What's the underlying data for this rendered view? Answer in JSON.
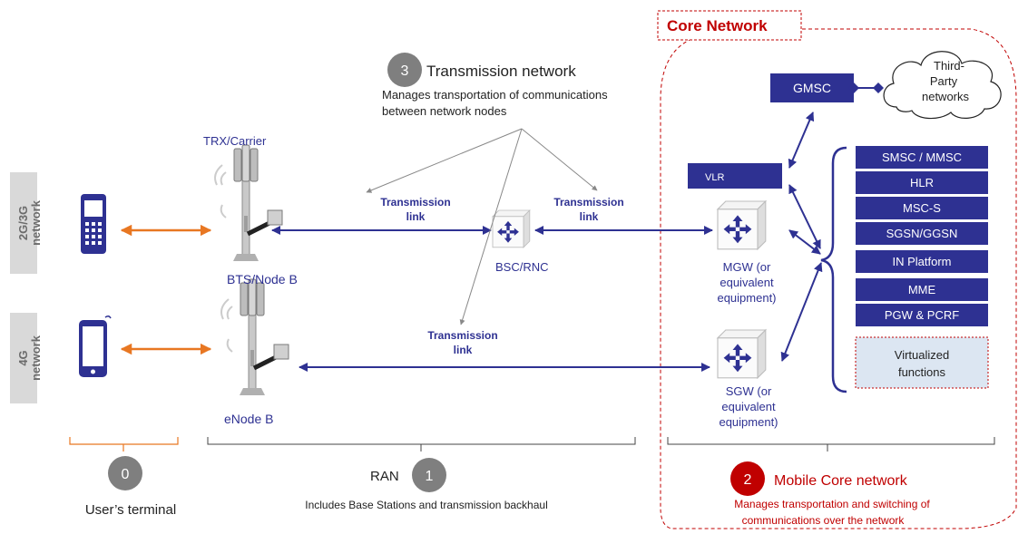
{
  "colors": {
    "navy": "#2e3192",
    "orange": "#e87722",
    "red": "#c00000",
    "grey_band": "#d9d9d9",
    "band_text": "#6b6b6b",
    "bubble": "#7f7f7f",
    "virtual_fill": "#dce6f2"
  },
  "core_network_label": "Core Network",
  "terminal_bands": {
    "band_2g3g": [
      "2G/3G",
      "network"
    ],
    "band_4g": [
      "4G",
      "network"
    ]
  },
  "sections": {
    "terminal": {
      "number": "0",
      "label": "User’s terminal"
    },
    "ran": {
      "title": "RAN",
      "number": "1",
      "description": "Includes Base Stations and transmission backhaul"
    },
    "transmission": {
      "number": "3",
      "title": "Transmission network",
      "description": [
        "Manages transportation of communications",
        "between network nodes"
      ]
    },
    "core": {
      "number": "2",
      "title": "Mobile Core network",
      "description": [
        "Manages transportation and switching of",
        "communications over the network"
      ]
    }
  },
  "ran_nodes": {
    "trx_label": "TRX/Carrier",
    "bts_label": "BTS/Node B",
    "enode_label": "eNode B",
    "bsc_label": "BSC/RNC"
  },
  "transmission_links": {
    "link1": [
      "Transmission",
      "link"
    ],
    "link2": [
      "Transmission",
      "link"
    ],
    "link3": [
      "Transmission",
      "link"
    ]
  },
  "core_nodes": {
    "gmsc": "GMSC",
    "vlr": "VLR",
    "third_party": [
      "Third-",
      "Party",
      "networks"
    ],
    "mgw": [
      "MGW (or",
      "equivalent",
      "equipment)"
    ],
    "sgw": [
      "SGW (or",
      "equivalent",
      "equipment)"
    ]
  },
  "core_functions": [
    "SMSC / MMSC",
    "HLR",
    "MSC-S",
    "SGSN/GGSN",
    "IN Platform",
    "MME",
    "PGW & PCRF"
  ],
  "virtualized": [
    "Virtualized",
    "functions"
  ],
  "icons": [
    "mobile-phone-icon",
    "smartphone-icon",
    "cell-tower-icon",
    "router-cube-icon",
    "cloud-icon"
  ]
}
